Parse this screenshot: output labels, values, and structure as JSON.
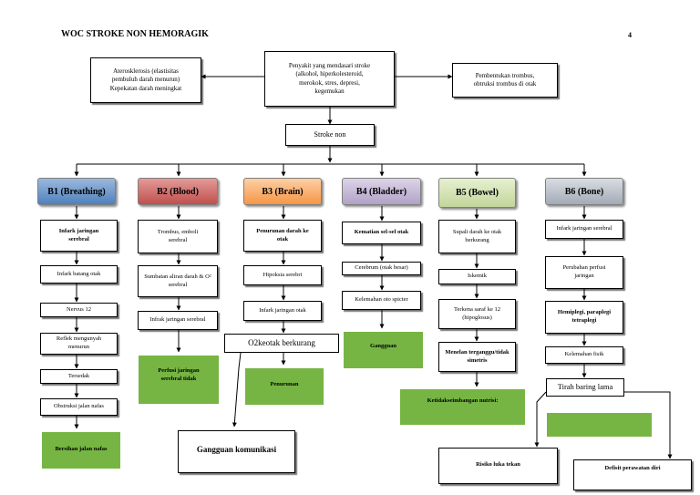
{
  "title": "WOC STROKE NON HEMORAGIK",
  "page_number": "4",
  "top": {
    "left_box": [
      "Aterosklerosis (elastisitas",
      "pembuluh darah menurun)",
      "Kepekatan darah meningkat"
    ],
    "center_box": [
      "Penyakit yang mendasari stroke",
      "(alkohol, hiperkolesteroid,",
      "merokok, stres, depresi,",
      "kegemukan"
    ],
    "right_box": [
      "Pembentukan trombus,",
      "obtruksi trombus di otak"
    ],
    "stroke_box": "Stroke non"
  },
  "columns": [
    {
      "head": "B1 (Breathing)",
      "color": "#4f81bd",
      "steps": [
        "Infark jaringan serebral",
        "Infark batang otak",
        "Nervus 12",
        "Reflek mengunyah menurun",
        "Tersedak",
        "Obstruksi jalan nafas"
      ],
      "result": "Bersihan jalan nafas"
    },
    {
      "head": "B2 (Blood)",
      "color": "#c0504d",
      "steps": [
        "Trombus, emboli serebral",
        "Sumbatan aliran darah & O² serebral",
        "Infrak jaringan serebral"
      ],
      "result": "Perfusi jaringan serebral tidak"
    },
    {
      "head": "B3 (Brain)",
      "color": "#f79646",
      "steps": [
        "Penurunan darah ke otak",
        "Hipoksia serebri",
        "Infark jaringan otak"
      ],
      "step_large": "O2keotak berkurang",
      "result": "Penurunan",
      "result_bottom": "Gangguan komunikasi"
    },
    {
      "head": "B4 (Bladder)",
      "color": "#8064a2",
      "steps": [
        "Kematian sel-sel otak",
        "Cerebrum (otak besar)",
        "Kelemahan oto spicter"
      ],
      "result": "Gangguan"
    },
    {
      "head": "B5 (Bowel)",
      "color": "#9bbb59",
      "steps": [
        "Supali darah ke otak berkurang",
        "Iskemik",
        "Terkena saraf ke 12 (hipoglosus)",
        "Menelan terganggu/tidak simetris"
      ],
      "result": "Ketidakseimbangan nutrisi:"
    },
    {
      "head": "B6 (Bone)",
      "color": "#7f8fa6",
      "steps": [
        "Infark jaringan serebral",
        "Perubahan perfusi jaringan",
        "Hemiplegi, paraplegi tetraplegi",
        "Kelemahan fisik"
      ],
      "step_large": "Tirah baring lama",
      "result": "",
      "result_bottom_a": "Risiko luka tekan",
      "result_bottom_b": "Defisit perawatan diri"
    }
  ]
}
